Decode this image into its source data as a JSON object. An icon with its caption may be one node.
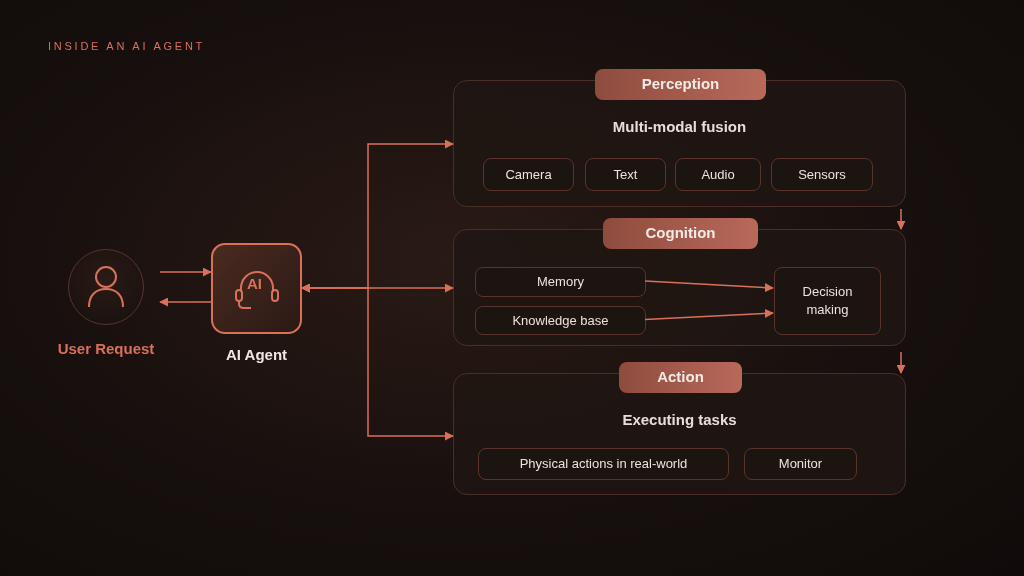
{
  "diagram": {
    "title": "INSIDE AN AI AGENT",
    "nodes": [
      {
        "text": [
          "User Request"
        ]
      },
      {
        "text": [
          "AI Agent"
        ]
      },
      {
        "text": [
          "Perception",
          "Multi-modal fusion"
        ]
      },
      {
        "text": [
          "Camera"
        ],
        "in": 2
      },
      {
        "text": [
          "Text"
        ],
        "in": 2
      },
      {
        "text": [
          "Audio"
        ],
        "in": 2
      },
      {
        "text": [
          "Sensors"
        ],
        "in": 2
      },
      {
        "text": [
          "Cognition"
        ]
      },
      {
        "text": [
          "Memory"
        ],
        "in": 7
      },
      {
        "text": [
          "Knowledge base"
        ],
        "in": 7
      },
      {
        "text": [
          "Decision making"
        ],
        "in": 7
      },
      {
        "text": [
          "Action",
          "Executing tasks"
        ]
      },
      {
        "text": [
          "Physical actions in real-world"
        ],
        "in": 11
      },
      {
        "text": [
          "Monitor"
        ],
        "in": 11
      }
    ],
    "edges": [
      {
        "from": 0,
        "to": 1,
        "arrow": "to"
      },
      {
        "from": 1,
        "to": 0,
        "arrow": "to"
      },
      {
        "from": 1,
        "to": 2,
        "arrow": "both"
      },
      {
        "from": 1,
        "to": 7,
        "arrow": "both"
      },
      {
        "from": 1,
        "to": 11,
        "arrow": "both"
      },
      {
        "from": 2,
        "to": 7,
        "arrow": "to"
      },
      {
        "from": 7,
        "to": 11,
        "arrow": "to"
      },
      {
        "from": 8,
        "to": 10,
        "arrow": "to"
      },
      {
        "from": 9,
        "to": 10,
        "arrow": "to"
      }
    ],
    "labels": [
      "AI"
    ]
  }
}
